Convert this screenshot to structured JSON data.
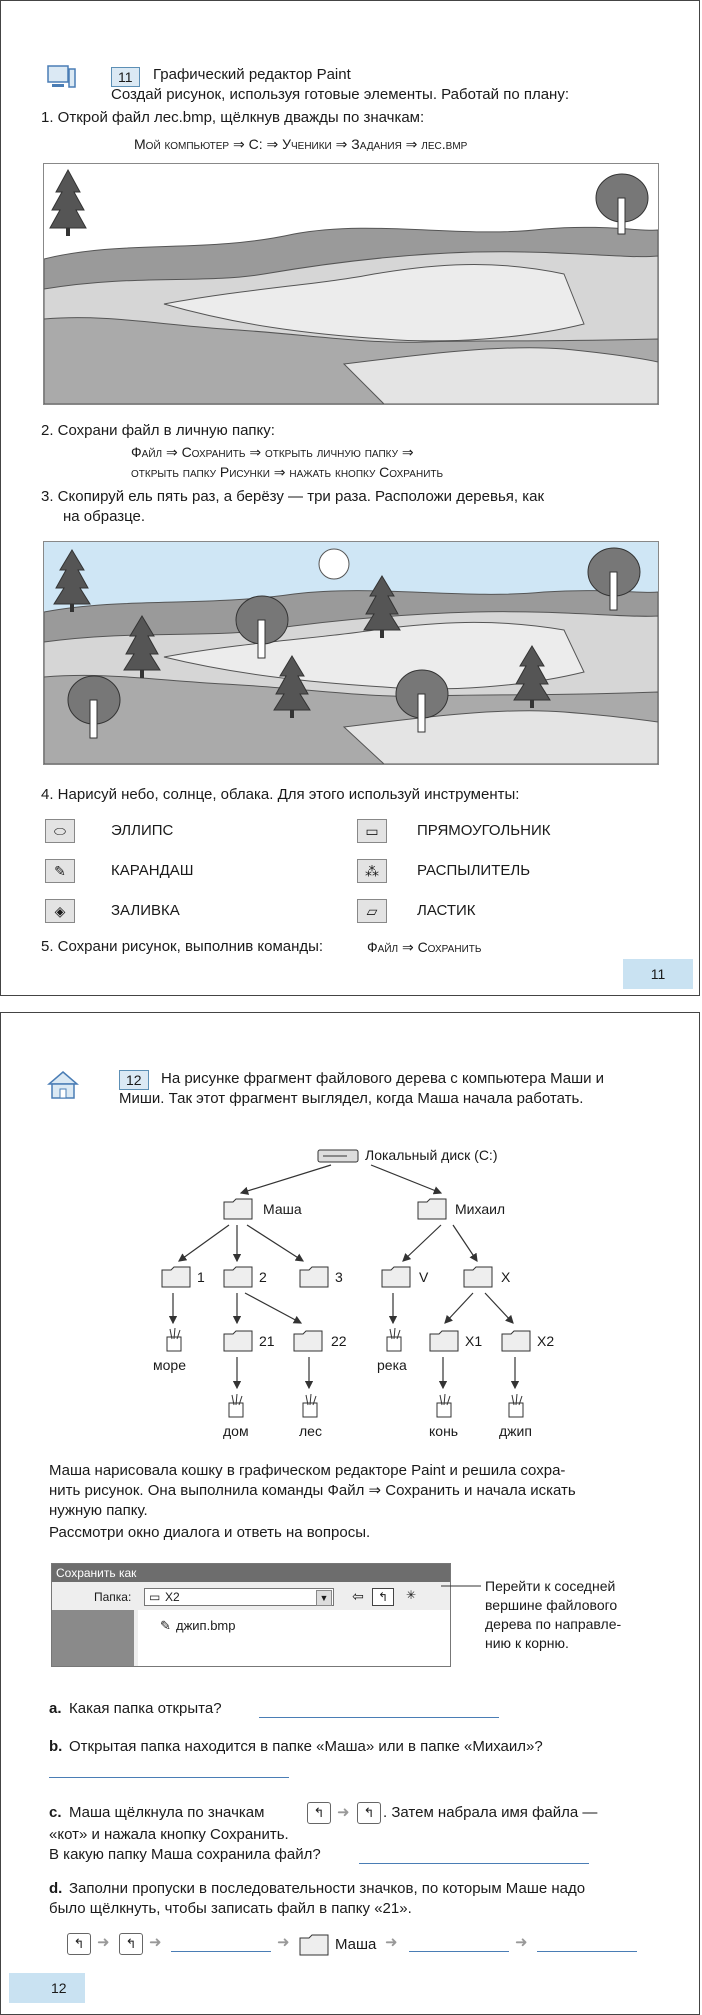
{
  "page1": {
    "task": {
      "number": "11",
      "title": "Графический редактор Paint",
      "intro": "Создай рисунок, используя готовые элементы. Работай по плану:"
    },
    "step1": {
      "text": "1. Открой файл лес.bmp, щёлкнув дважды по значкам:",
      "path": "Мой компьютер ⇒ С: ⇒ Ученики ⇒ Задания ⇒ лес.bmp"
    },
    "step2": {
      "text": "2. Сохрани файл в личную папку:",
      "line1": "Файл ⇒ Сохранить ⇒ открыть личную папку ⇒",
      "line2": "открыть папку Рисунки ⇒ нажать кнопку Сохранить"
    },
    "step3": {
      "line1": "3. Скопируй ель пять раз, а берёзу — три раза. Расположи деревья, как",
      "line2": "на образце."
    },
    "step4": {
      "text": "4. Нарисуй небо, солнце, облака. Для этого используй инструменты:"
    },
    "tools": [
      {
        "label": "ЭЛЛИПС",
        "icon": "ellipse-icon",
        "glyph": "⬭"
      },
      {
        "label": "ПРЯМОУГОЛЬНИК",
        "icon": "rectangle-icon",
        "glyph": "▭"
      },
      {
        "label": "КАРАНДАШ",
        "icon": "pencil-icon",
        "glyph": "✎"
      },
      {
        "label": "РАСПЫЛИТЕЛЬ",
        "icon": "airbrush-icon",
        "glyph": "⁂"
      },
      {
        "label": "ЗАЛИВКА",
        "icon": "fill-bucket-icon",
        "glyph": "◈"
      },
      {
        "label": "ЛАСТИК",
        "icon": "eraser-icon",
        "glyph": "▱"
      }
    ],
    "step5": {
      "text": "5. Сохрани рисунок, выполнив команды:",
      "cmd": "Файл ⇒ Сохранить"
    },
    "page_number": "11",
    "colors": {
      "sky": "#cfe6f5",
      "hill_dark": "#9a9a9a",
      "hill_light": "#d6d6d6",
      "badge": "#c9e2f2"
    }
  },
  "page2": {
    "task": {
      "number": "12",
      "line1": "На рисунке фрагмент файлового дерева с компьютера Маши и",
      "line2": "Миши. Так этот фрагмент выглядел, когда Маша начала работать."
    },
    "tree": {
      "root": "Локальный диск (C:)",
      "masha": "Маша",
      "mikhail": "Михаил",
      "f1": "1",
      "f2": "2",
      "f3": "3",
      "fv": "V",
      "fx": "X",
      "f21": "21",
      "f22": "22",
      "fx1": "X1",
      "fx2": "X2",
      "more": "море",
      "dom": "дом",
      "les": "лес",
      "reka": "река",
      "kon": "конь",
      "dzhip": "джип"
    },
    "para": {
      "line1": "Маша нарисовала кошку в графическом редакторе Paint и решила сохра-",
      "line2": "нить рисунок. Она выполнила команды Файл ⇒ Сохранить и начала искать",
      "line3": "нужную папку.",
      "line4": "Рассмотри окно диалога и ответь на вопросы."
    },
    "dialog": {
      "title": "Сохранить как",
      "folder_label": "Папка:",
      "folder_value": "X2",
      "file": "джип.bmp"
    },
    "callout": [
      "Перейти к соседней",
      "вершине файлового",
      "дерева по направле-",
      "нию к корню."
    ],
    "qa": {
      "label": "a.",
      "text": "Какая папка открыта?"
    },
    "qb": {
      "label": "b.",
      "text": "Открытая папка находится в папке «Маша» или в папке «Михаил»?"
    },
    "qc": {
      "label": "c.",
      "t1": "Маша щёлкнула по значкам",
      "t2": ". Затем набрала имя файла —",
      "line2": "«кот» и нажала кнопку Сохранить.",
      "line3": "В какую папку Маша сохранила файл?"
    },
    "qd": {
      "label": "d.",
      "line1": "Заполни пропуски в последовательности значков, по которым Маше надо",
      "line2": "было щёлкнуть, чтобы записать файл в папку «21».",
      "seq_folder": "Маша"
    },
    "page_number": "12"
  }
}
